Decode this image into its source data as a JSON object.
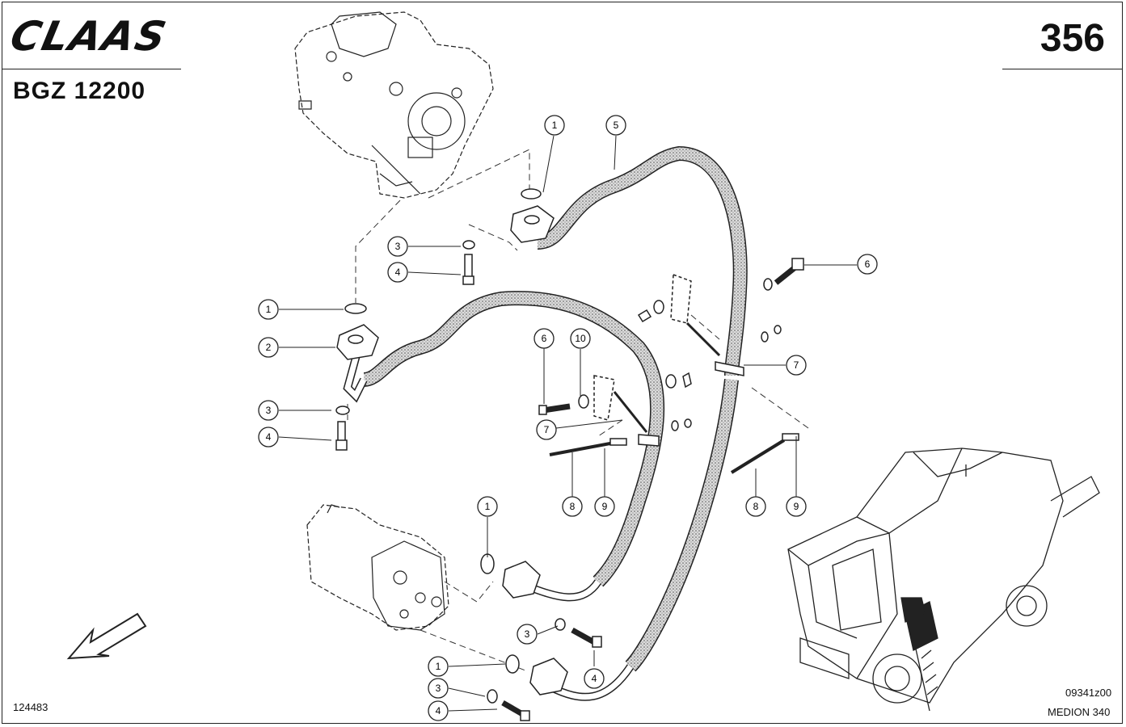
{
  "header": {
    "logo_text": "CLAAS",
    "drawing_code": "BGZ 12200",
    "page_number": "356"
  },
  "footer": {
    "left_code": "124483",
    "right_code": "09341z00",
    "model": "MEDION 340"
  },
  "callouts": [
    {
      "id": "c1a",
      "label": "1"
    },
    {
      "id": "c5",
      "label": "5"
    },
    {
      "id": "c3a",
      "label": "3"
    },
    {
      "id": "c4a",
      "label": "4"
    },
    {
      "id": "c6a",
      "label": "6"
    },
    {
      "id": "c1b",
      "label": "1"
    },
    {
      "id": "c2",
      "label": "2"
    },
    {
      "id": "c3b",
      "label": "3"
    },
    {
      "id": "c4b",
      "label": "4"
    },
    {
      "id": "c6b",
      "label": "6"
    },
    {
      "id": "c10",
      "label": "10"
    },
    {
      "id": "c7a",
      "label": "7"
    },
    {
      "id": "c7b",
      "label": "7"
    },
    {
      "id": "c8a",
      "label": "8"
    },
    {
      "id": "c9a",
      "label": "9"
    },
    {
      "id": "c8b",
      "label": "8"
    },
    {
      "id": "c9b",
      "label": "9"
    },
    {
      "id": "c1c",
      "label": "1"
    },
    {
      "id": "c3c",
      "label": "3"
    },
    {
      "id": "c4c",
      "label": "4"
    },
    {
      "id": "c1d",
      "label": "1"
    },
    {
      "id": "c3d",
      "label": "3"
    },
    {
      "id": "c4d",
      "label": "4"
    }
  ]
}
